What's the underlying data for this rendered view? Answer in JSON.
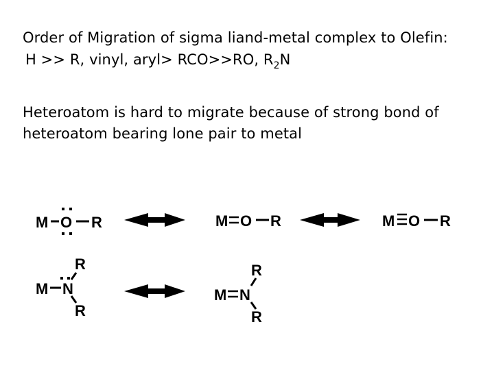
{
  "heading": {
    "line1": "Order of Migration of sigma liand-metal complex to Olefin:",
    "line2_main": "H >> R, vinyl, aryl> RCO>>RO, R",
    "line2_sub": "2",
    "line2_end": "N"
  },
  "explanation": {
    "line1": "Heteroatom is hard to migrate because of strong bond of",
    "line2": "heteroatom bearing lone pair to metal"
  },
  "structures": {
    "ether_single": {
      "metal": "M",
      "atom": "O",
      "group": "R"
    },
    "ether_double": {
      "metal": "M",
      "atom": "O",
      "group": "R"
    },
    "ether_triple": {
      "metal": "M",
      "atom": "O",
      "group": "R"
    },
    "amine_single": {
      "metal": "M",
      "atom": "N",
      "group_top": "R",
      "group_bottom": "R"
    },
    "amine_double": {
      "metal": "M",
      "atom": "N",
      "group_top": "R",
      "group_bottom": "R"
    }
  }
}
